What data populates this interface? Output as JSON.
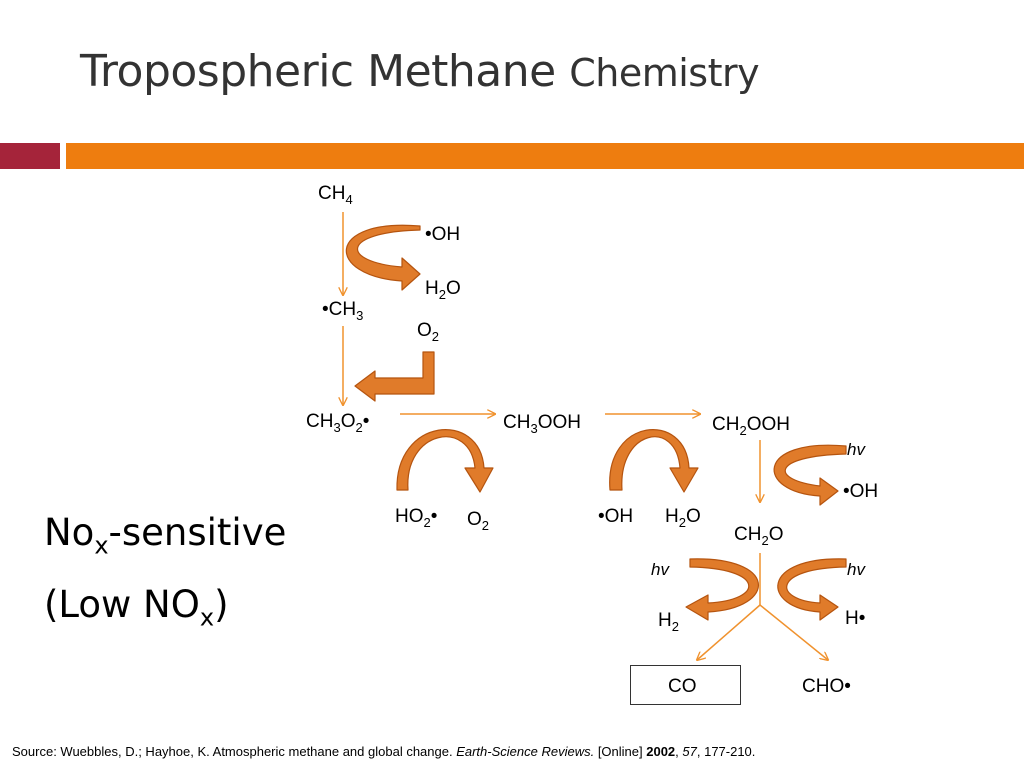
{
  "slide": {
    "title_main": "Tropospheric Methane",
    "title_sub": "Chemistry"
  },
  "colors": {
    "accent_red": "#a5243a",
    "accent_orange": "#ee7d0f",
    "arrow_fill": "#e07b2a",
    "arrow_stroke": "#b5540f",
    "thin_arrow": "#f0922e"
  },
  "species": {
    "ch4": {
      "base": "CH",
      "sub": "4",
      "after": ""
    },
    "oh1": {
      "base": "•OH",
      "sub": "",
      "after": ""
    },
    "h2o1": {
      "base": "H",
      "sub": "2",
      "after": "O"
    },
    "ch3": {
      "base": "•CH",
      "sub": "3",
      "after": ""
    },
    "o2a": {
      "base": "O",
      "sub": "2",
      "after": ""
    },
    "ch3o2": {
      "base": "CH",
      "sub": "3",
      "mid": "O",
      "sub2": "2",
      "after": "•"
    },
    "ch3ooh": {
      "base": "CH",
      "sub": "3",
      "after": "OOH"
    },
    "ch2ooh": {
      "base": "CH",
      "sub": "2",
      "after": "OOH"
    },
    "hv1": "hv",
    "oh3": {
      "base": "•OH",
      "sub": "",
      "after": ""
    },
    "ho2": {
      "base": "HO",
      "sub": "2",
      "after": "•"
    },
    "o2b": {
      "base": "O",
      "sub": "2",
      "after": ""
    },
    "oh2": {
      "base": "•OH",
      "sub": "",
      "after": ""
    },
    "h2o2": {
      "base": "H",
      "sub": "2",
      "after": "O"
    },
    "ch2o": {
      "base": "CH",
      "sub": "2",
      "after": "O"
    },
    "hv2": "hv",
    "hv3": "hv",
    "h2": {
      "base": "H",
      "sub": "2",
      "after": ""
    },
    "h_rad": {
      "base": "H•",
      "sub": "",
      "after": ""
    },
    "co": "CO",
    "cho": "CHO•"
  },
  "side_label": {
    "line1_base": "No",
    "line1_sub": "x",
    "line1_after": "-sensitive",
    "line2_base": "(Low NO",
    "line2_sub": "x",
    "line2_after": ")"
  },
  "source": {
    "prefix": "Source:  Wuebbles, D.; Hayhoe, K. Atmospheric methane and global change. ",
    "journal": "Earth-Science Reviews.",
    "middle": " [Online] ",
    "year": "2002",
    "sep1": ", ",
    "volume": "57",
    "pages": ", 177-210."
  }
}
